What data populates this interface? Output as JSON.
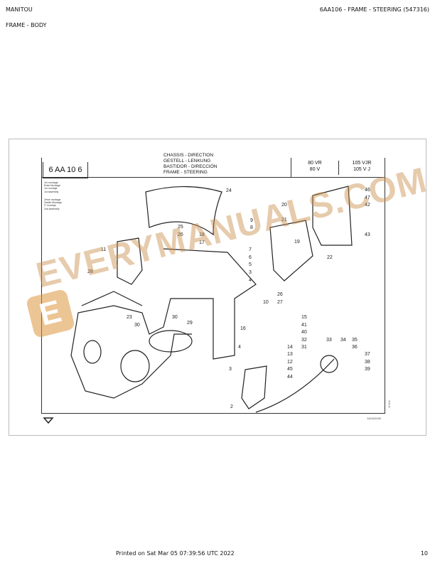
{
  "header": {
    "brand": "MANITOU",
    "doc_ref": "6AA106 - FRAME - STEERING (547316)",
    "section": "FRAME - BODY"
  },
  "plate": {
    "code": "6 AA 10 6",
    "titles": [
      "CHASSIS - DIRECTION",
      "GESTELL - LENKUNG",
      "BASTIDOR - DIRECCIÓN",
      "FRAME - STEERING"
    ],
    "models_a": [
      "80 VR",
      "80 V"
    ],
    "models_b": [
      "105 VJR",
      "105 V J"
    ],
    "legend_1": [
      "1er montage",
      "Erste Montage",
      "1er montaje",
      "1st assembly"
    ],
    "legend_2": [
      "2ème montage",
      "Zweite Montage",
      "2° montaje",
      "2nd assembly"
    ],
    "date": "14/03/2000",
    "side_code": "P.A.O"
  },
  "callouts": [
    "24",
    "9",
    "8",
    "25",
    "26",
    "18",
    "17",
    "11",
    "20",
    "21",
    "19",
    "22",
    "46",
    "47",
    "42",
    "43",
    "7",
    "6",
    "5",
    "3",
    "4",
    "28",
    "26",
    "27",
    "10",
    "15",
    "41",
    "40",
    "32",
    "31",
    "23",
    "30",
    "30",
    "29",
    "16",
    "33",
    "34",
    "35",
    "36",
    "37",
    "38",
    "39",
    "4",
    "14",
    "13",
    "12",
    "45",
    "44",
    "3",
    "2"
  ],
  "watermark": "EVERYMANUALS.COM",
  "footer": {
    "printed": "Printed on  Sat Mar 05 07:39:56 UTC 2022",
    "page": "10"
  }
}
